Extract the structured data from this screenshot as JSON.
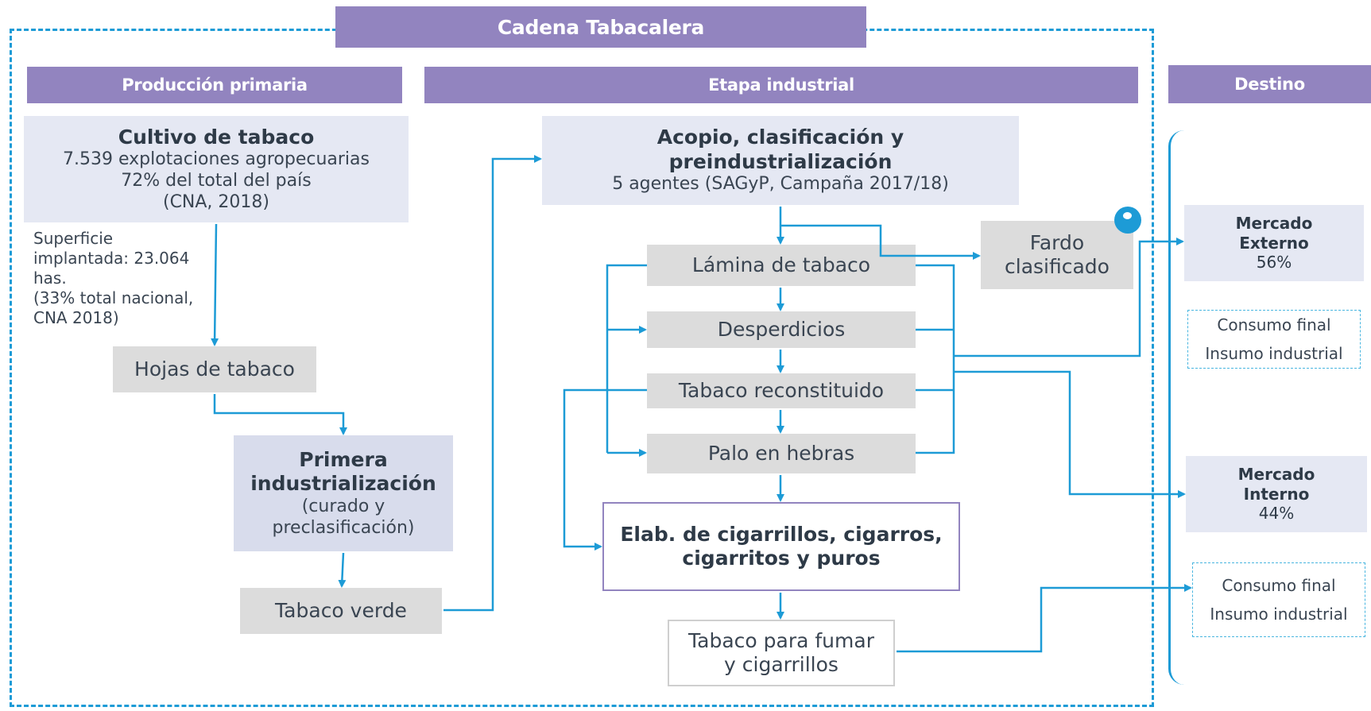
{
  "title": "Cadena Tabacalera",
  "sections": {
    "primary": "Producción primaria",
    "industrial": "Etapa industrial",
    "destination": "Destino"
  },
  "cultivo": {
    "title": "Cultivo de tabaco",
    "line1": "7.539 explotaciones agropecuarias",
    "line2": "72% del total del país",
    "line3": "(CNA, 2018)"
  },
  "superficie": {
    "line1": "Superficie",
    "line2": "implantada: 23.064",
    "line3": "has.",
    "line4": "(33% total nacional,",
    "line5": "CNA 2018)"
  },
  "hojas": "Hojas de tabaco",
  "primera": {
    "title1": "Primera",
    "title2": "industrialización",
    "sub1": "(curado y",
    "sub2": "preclasificación)"
  },
  "tabaco_verde": "Tabaco verde",
  "acopio": {
    "title1": "Acopio, clasificación y",
    "title2": "preindustrialización",
    "sub": "5 agentes (SAGyP, Campaña 2017/18)"
  },
  "fardo": {
    "line1": "Fardo",
    "line2": "clasificado"
  },
  "lamina": "Lámina de tabaco",
  "desperdicios": "Desperdicios",
  "reconstituido": "Tabaco reconstituido",
  "palo": "Palo en hebras",
  "elab": {
    "line1": "Elab. de cigarrillos, cigarros,",
    "line2": "cigarritos y puros"
  },
  "fumar": {
    "line1": "Tabaco para fumar",
    "line2": "y cigarrillos"
  },
  "mercado_externo": {
    "line1": "Mercado",
    "line2": "Externo",
    "pct": "56%"
  },
  "mercado_interno": {
    "line1": "Mercado",
    "line2": "Interno",
    "pct": "44%"
  },
  "uso1": {
    "line1": "Consumo final",
    "line2": "Insumo industrial"
  },
  "uso2": {
    "line1": "Consumo final",
    "line2": "Insumo industrial"
  },
  "colors": {
    "header": "#9284bf",
    "arrow": "#1d9bd6",
    "lavender_box": "#e5e8f3",
    "gray_box": "#dcdcdc"
  }
}
